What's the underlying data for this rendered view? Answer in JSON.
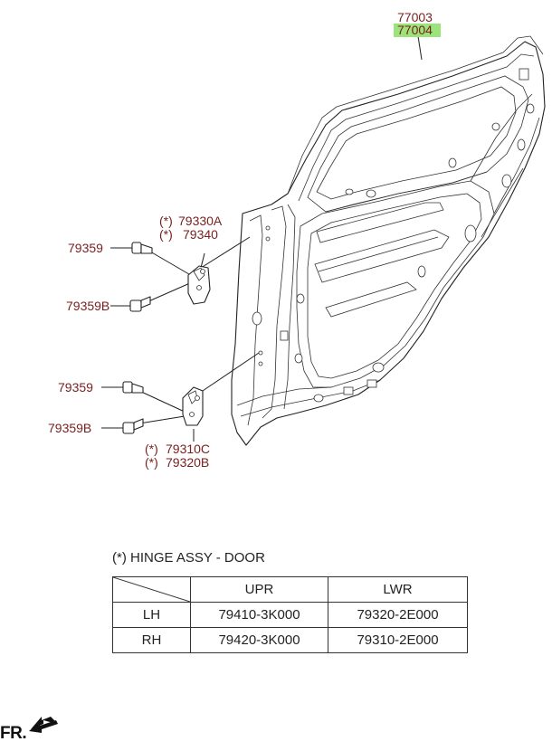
{
  "callouts": {
    "seal_upper": "77003",
    "seal_lower": "77004",
    "hinge_upper_a": "79330A",
    "hinge_upper_b": "79340",
    "asterisk": "(*)",
    "bolt_upper": "79359",
    "bolt_upper_b": "79359B",
    "bolt_lower": "79359",
    "bolt_lower_b": "79359B",
    "hinge_lower_a": "79310C",
    "hinge_lower_b": "79320B"
  },
  "highlight_color": "#9be37a",
  "callout_color": "#7a1f1f",
  "hinge_note": "(*) HINGE ASSY - DOOR",
  "table": {
    "headers": [
      "",
      "UPR",
      "LWR"
    ],
    "rows": [
      [
        "LH",
        "79410-3K000",
        "79320-2E000"
      ],
      [
        "RH",
        "79420-3K000",
        "79310-2E000"
      ]
    ]
  },
  "direction_label": "FR."
}
